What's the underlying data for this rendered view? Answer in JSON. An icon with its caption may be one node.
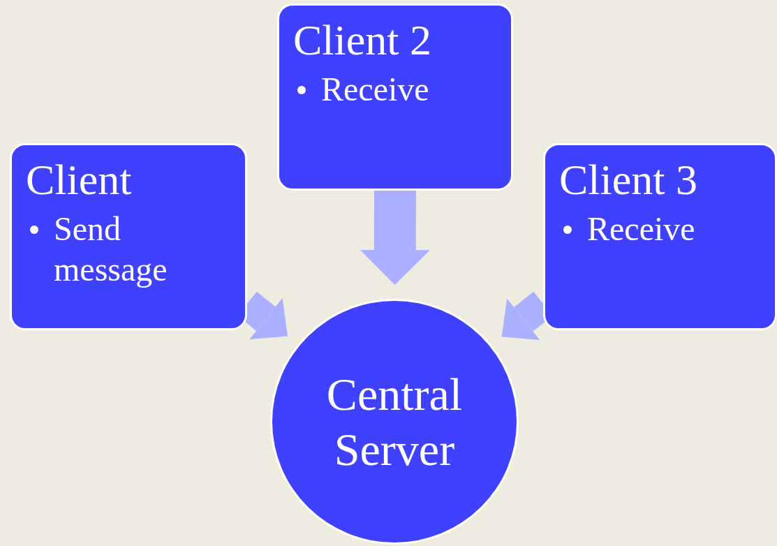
{
  "diagram": {
    "nodes": [
      {
        "text": [
          "Client",
          "Send message"
        ]
      },
      {
        "text": [
          "Client 2",
          "Receive"
        ]
      },
      {
        "text": [
          "Client 3",
          "Receive"
        ]
      },
      {
        "text": [
          "Central Server"
        ]
      }
    ],
    "edges": [
      {
        "from": 0,
        "to": 3,
        "arrow": "to"
      },
      {
        "from": 1,
        "to": 3,
        "arrow": "to"
      },
      {
        "from": 2,
        "to": 3,
        "arrow": "to"
      }
    ]
  }
}
